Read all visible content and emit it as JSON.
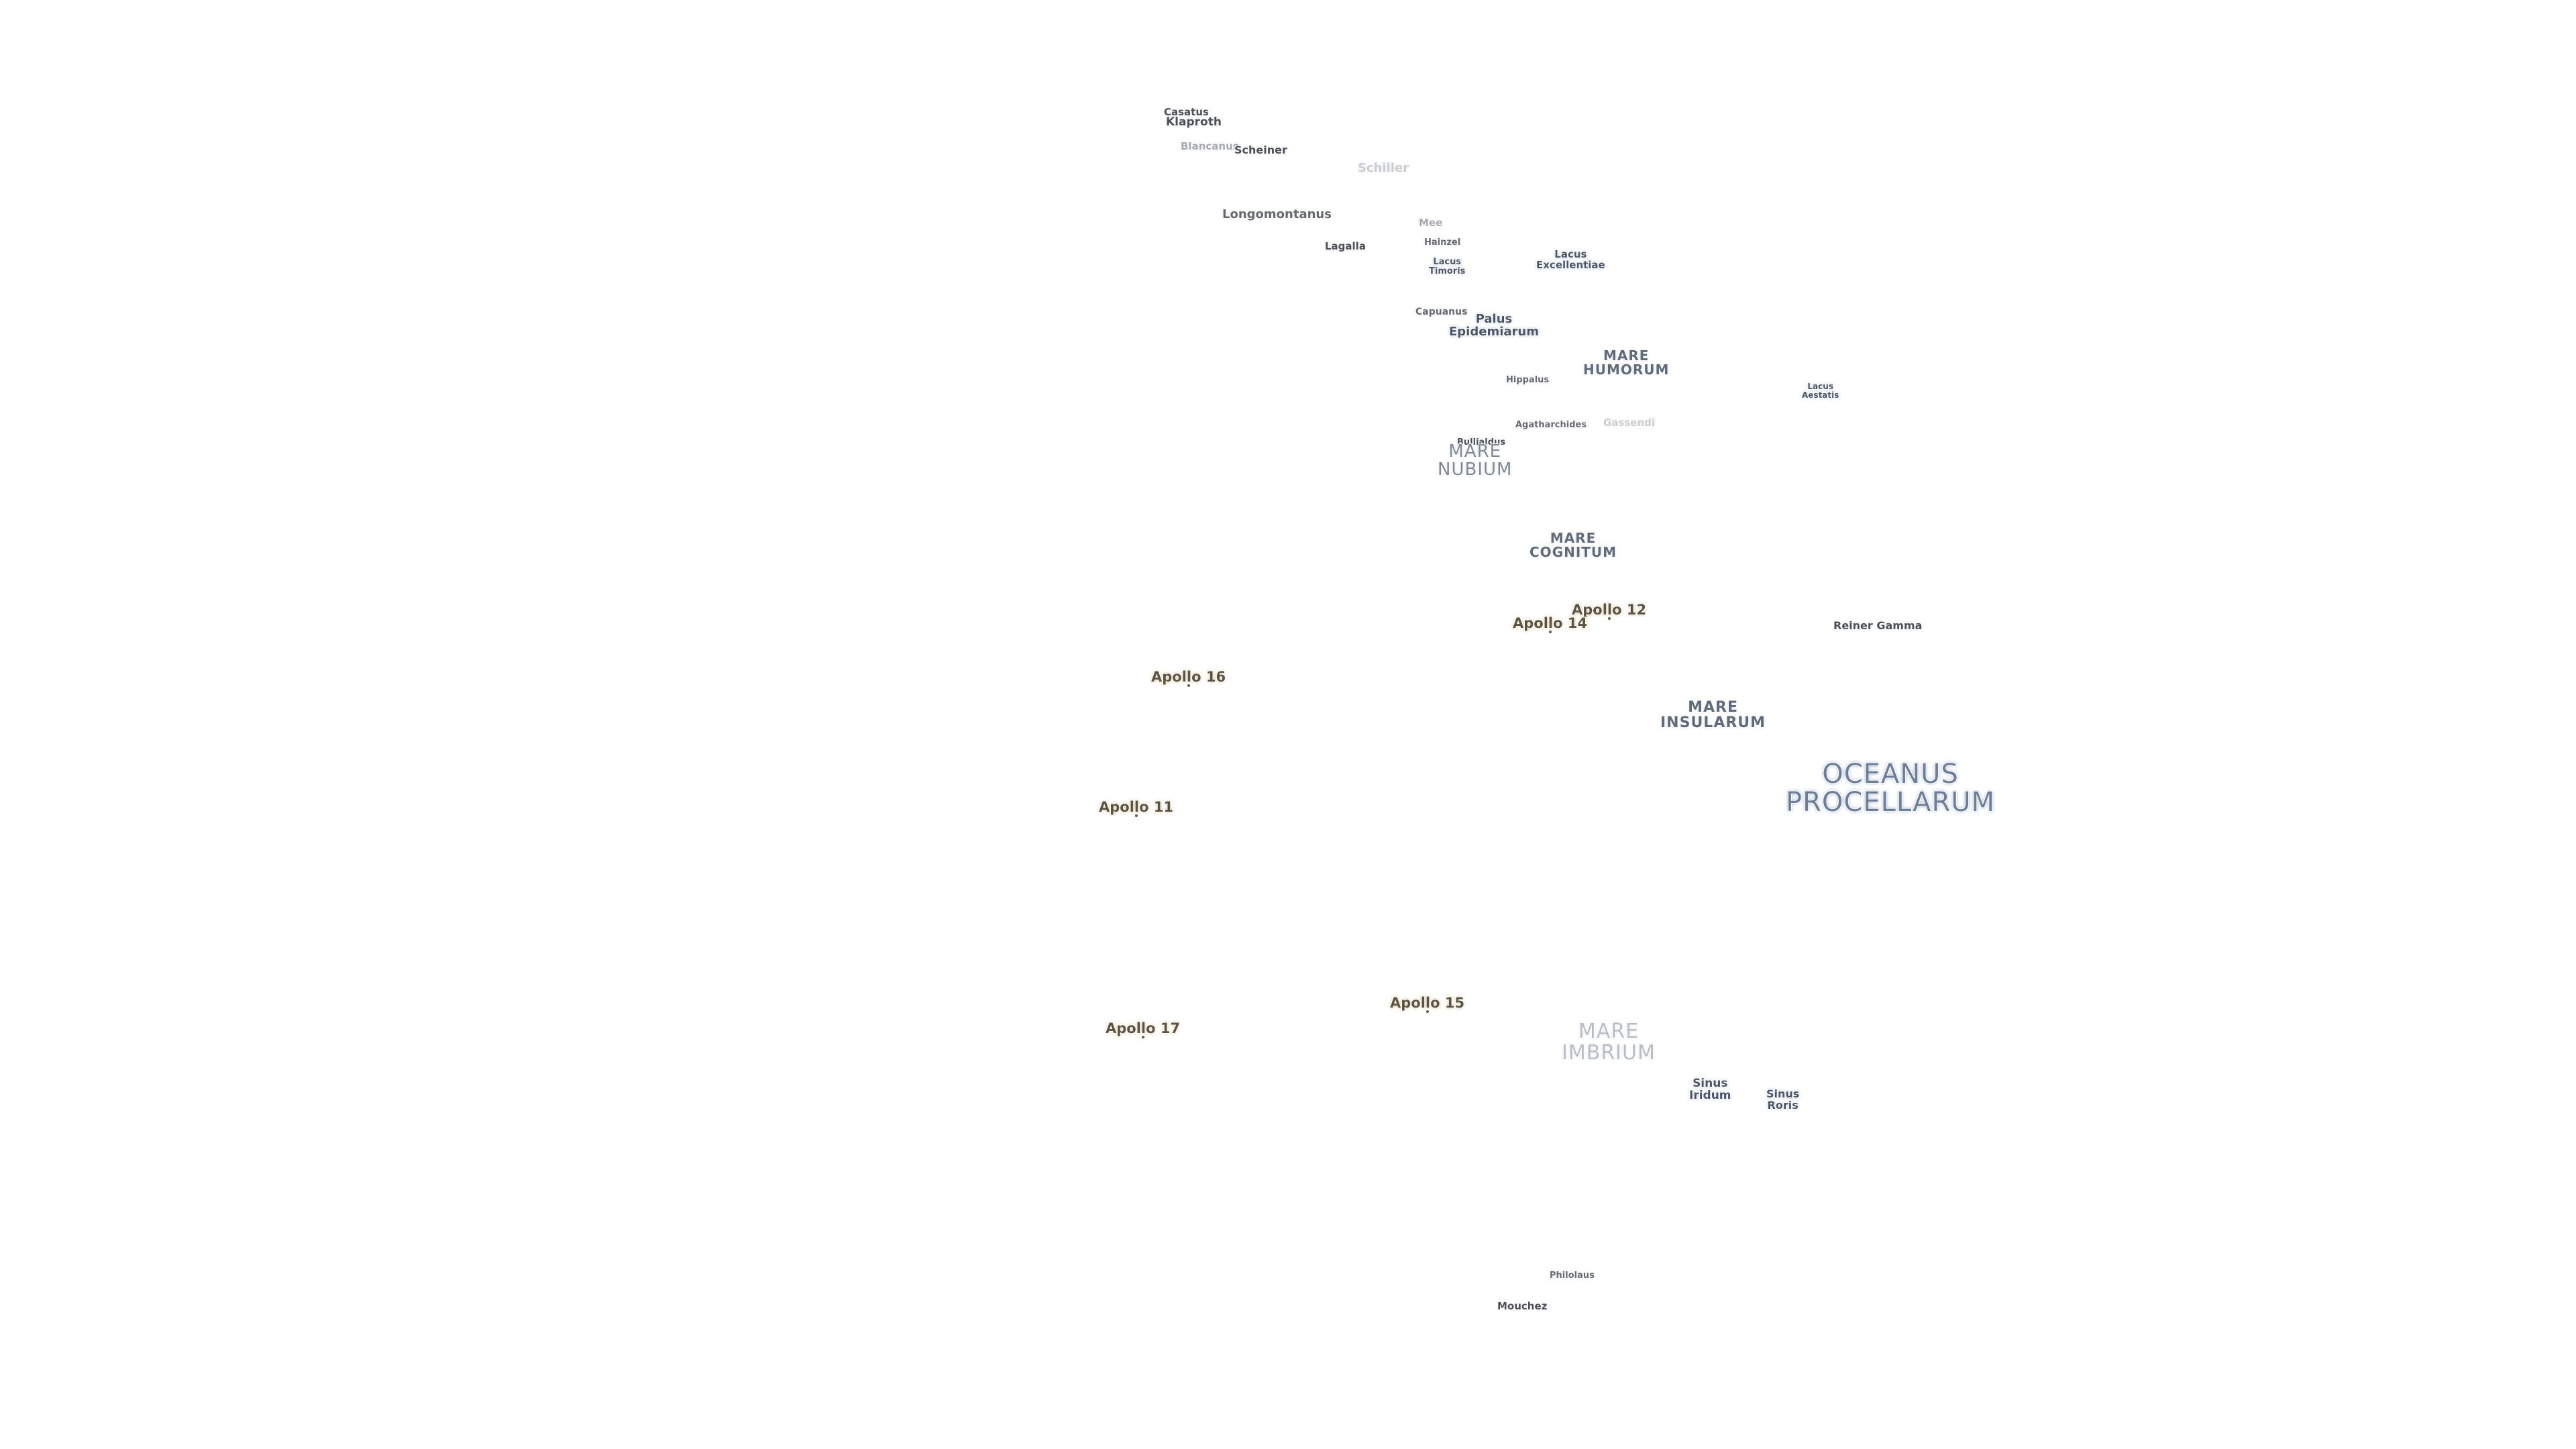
{
  "map": {
    "craters": {
      "casatus": "Casatus",
      "klaproth": "Klaproth",
      "blancanus": "Blancanus",
      "scheiner": "Scheiner",
      "schiller": "Schiller",
      "longomontanus": "Longomontanus",
      "mee": "Mee",
      "hainzel": "Hainzel",
      "lagalla": "Lagalla",
      "capuanus": "Capuanus",
      "hippalus": "Hippalus",
      "agatharchides": "Agatharchides",
      "gassendi": "Gassendi",
      "bullialdus": "Bullialdus",
      "reiner_gamma": "Reiner Gamma",
      "philolaus": "Philolaus",
      "mouchez": "Mouchez"
    },
    "features": {
      "lacus_timoris": [
        "Lacus",
        "Timoris"
      ],
      "lacus_excellentiae": [
        "Lacus",
        "Excellentiae"
      ],
      "palus_epidemiarum": [
        "Palus",
        "Epidemiarum"
      ],
      "lacus_aestatis": [
        "Lacus",
        "Aestatis"
      ],
      "sinus_iridum": [
        "Sinus",
        "Iridum"
      ],
      "sinus_roris": [
        "Sinus",
        "Roris"
      ]
    },
    "seas": {
      "mare_humorum": [
        "MARE",
        "HUMORUM"
      ],
      "mare_nubium": [
        "MARE",
        "NUBIUM"
      ],
      "mare_cognitum": [
        "MARE",
        "COGNITUM"
      ],
      "mare_insularum": [
        "MARE",
        "INSULARUM"
      ],
      "mare_imbrium": [
        "MARE",
        "IMBRIUM"
      ],
      "oceanus_procellarum": [
        "OCEANUS",
        "PROCELLARUM"
      ]
    },
    "landing_sites": {
      "apollo_12": "Apollo 12",
      "apollo_14": "Apollo 14",
      "apollo_16": "Apollo 16",
      "apollo_11": "Apollo 11",
      "apollo_15": "Apollo 15",
      "apollo_17": "Apollo 17"
    }
  }
}
